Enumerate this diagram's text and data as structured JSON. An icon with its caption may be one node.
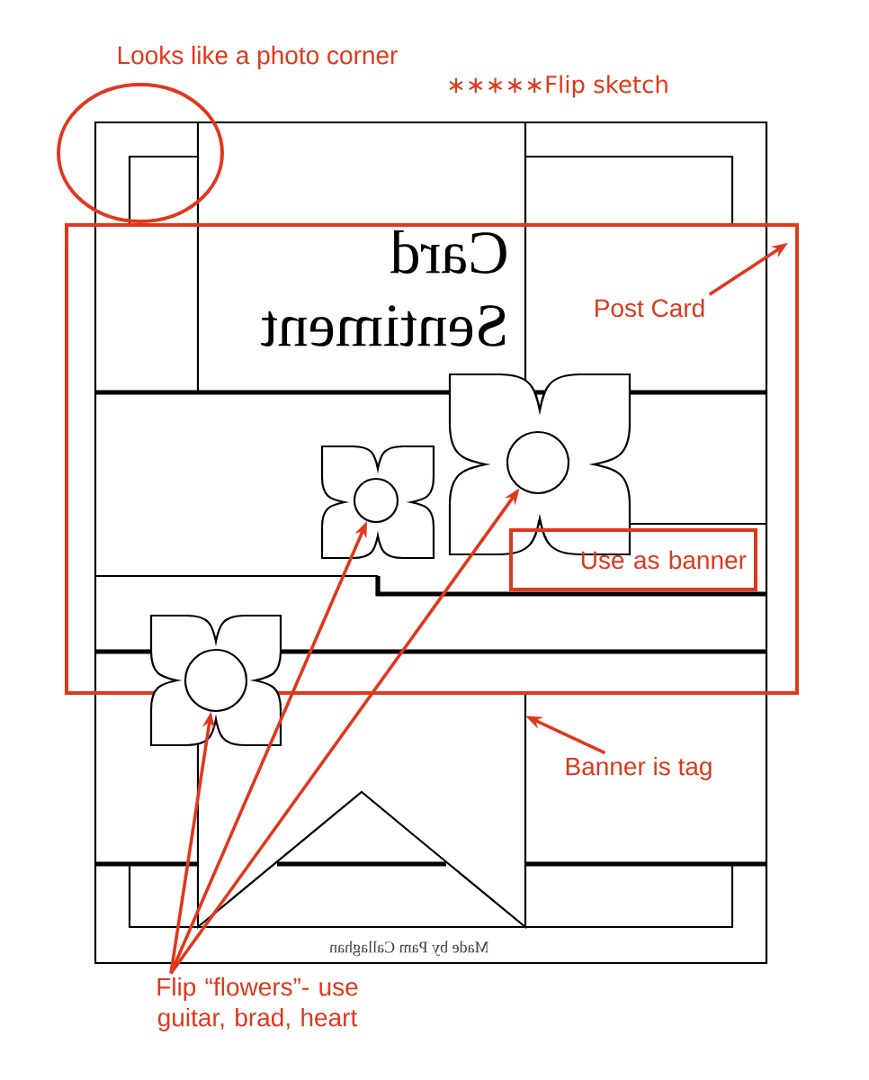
{
  "diagram": {
    "nodes": [
      {
        "text": [
          "Looks like a photo corner"
        ]
      },
      {
        "text": [],
        "shape": "box"
      },
      {
        "text": [
          "Post Card"
        ],
        "in": 1
      },
      {
        "text": [],
        "shape": "flower",
        "in": 1
      },
      {
        "text": [],
        "shape": "flower",
        "in": 1
      },
      {
        "text": [
          "Use as banner"
        ],
        "in": 1
      },
      {
        "text": [],
        "shape": "flower"
      },
      {
        "text": [],
        "shape": "box"
      },
      {
        "text": [
          "Banner is tag"
        ]
      },
      {
        "text": [
          "Flip “flowers”- use guitar, brad, heart"
        ]
      }
    ],
    "edges": [
      {
        "from": 2,
        "to": 1,
        "arrow": "to"
      },
      {
        "from": 8,
        "to": 7,
        "arrow": "to"
      },
      {
        "from": 9,
        "to": 6,
        "arrow": "to"
      },
      {
        "from": 9,
        "to": 3,
        "arrow": "to"
      },
      {
        "from": 9,
        "to": 4,
        "arrow": "to"
      }
    ],
    "labels": [
      "∗∗∗∗∗Flip sketch",
      "Card",
      "Sentiment",
      "Made by Pam Callaghan"
    ]
  }
}
